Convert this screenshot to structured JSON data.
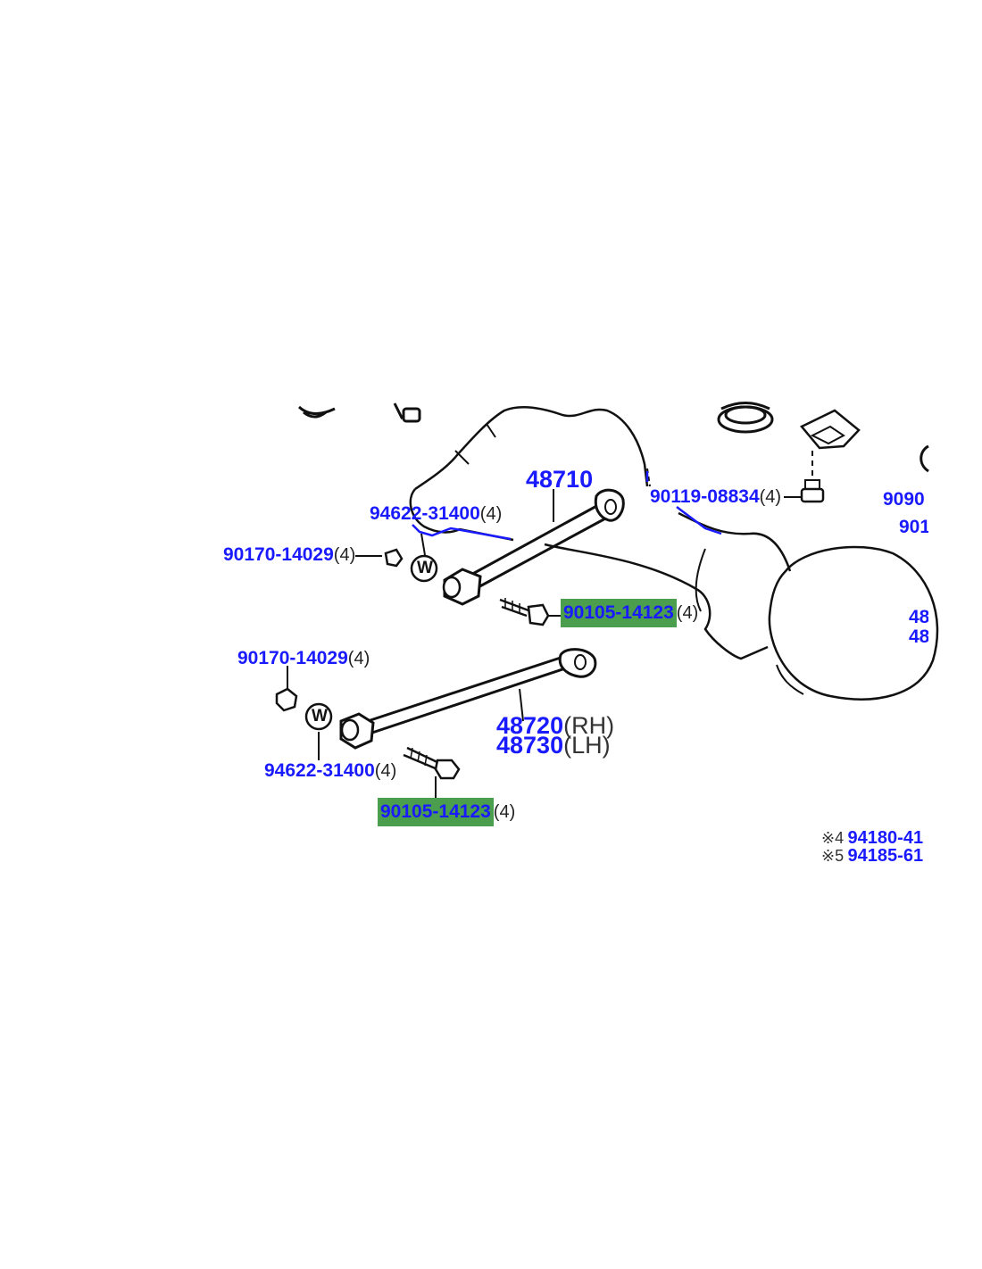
{
  "labels": {
    "p48710": "48710",
    "p94622_top": "94622-31400",
    "q94622_top": "(4)",
    "p90170_top": "90170-14029",
    "q90170_top": "(4)",
    "p90119": "90119-08834",
    "q90119": "(4)",
    "p90105_top": "90105-14123",
    "q90105_top": "(4)",
    "p90170_bot": "90170-14029",
    "q90170_bot": "(4)",
    "p48720": "48720",
    "s48720": "(RH)",
    "p48730": "48730",
    "s48730": "(LH)",
    "p94622_bot": "94622-31400",
    "q94622_bot": "(4)",
    "p90105_bot": "90105-14123",
    "q90105_bot": "(4)",
    "edge_a": "9090",
    "edge_b": "901",
    "edge_c": "48",
    "edge_d": "48",
    "ref4_mark": "※4",
    "ref4_pn": "94180-41",
    "ref5_mark": "※5",
    "ref5_pn": "94185-61"
  },
  "washer_symbol": "W",
  "colors": {
    "part_number": "#1a1aff",
    "highlight": "#4a9e4e",
    "line_art": "#111111"
  }
}
